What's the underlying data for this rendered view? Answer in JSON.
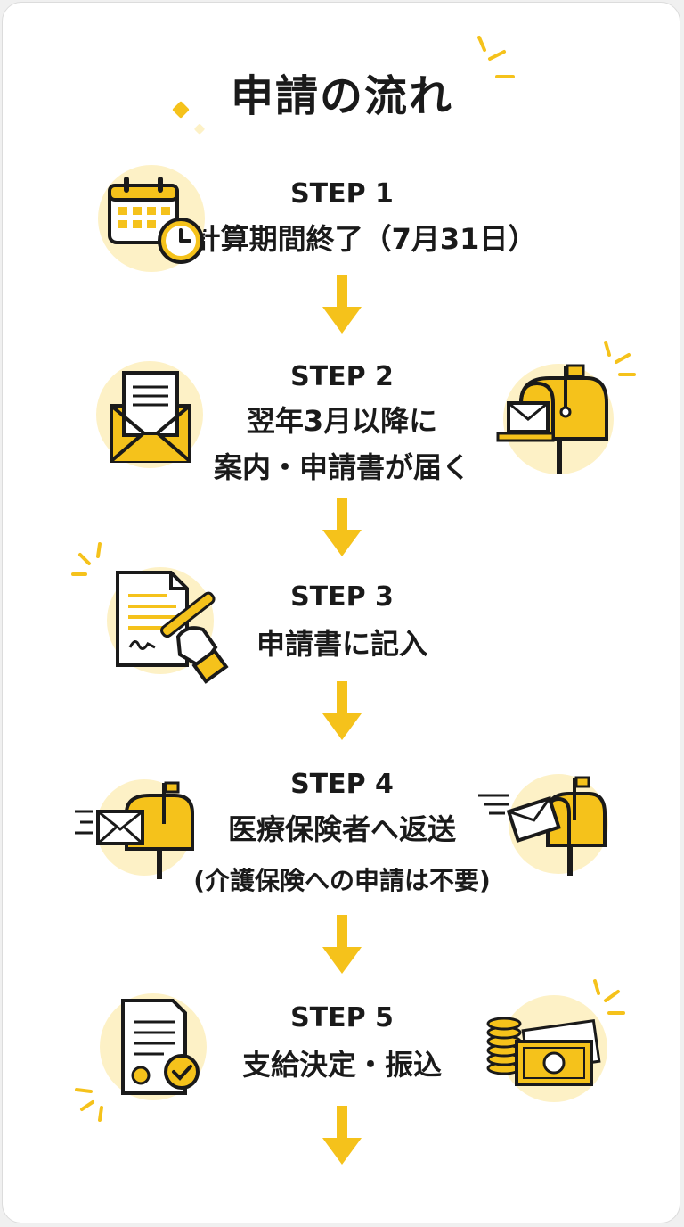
{
  "title": "申請の流れ",
  "colors": {
    "accent": "#f5c21b",
    "accent_light": "#fdf1c6",
    "ink": "#1a1a1a"
  },
  "steps": [
    {
      "label": "STEP 1",
      "lines": [
        "計算期間終了（7月31日）"
      ],
      "icons": [
        "calendar-clock-icon"
      ]
    },
    {
      "label": "STEP 2",
      "lines": [
        "翌年3月以降に",
        "案内・申請書が届く"
      ],
      "icons": [
        "envelope-letter-icon",
        "mailbox-icon"
      ]
    },
    {
      "label": "STEP 3",
      "lines": [
        "申請書に記入"
      ],
      "icons": [
        "document-pen-icon"
      ]
    },
    {
      "label": "STEP 4",
      "lines": [
        "医療保険者へ返送"
      ],
      "note": "(介護保険への申請は不要)",
      "icons": [
        "send-mail-mailbox-icon",
        "mail-to-mailbox-icon"
      ]
    },
    {
      "label": "STEP 5",
      "lines": [
        "支給決定・振込"
      ],
      "icons": [
        "approved-document-icon",
        "money-icon"
      ]
    }
  ]
}
